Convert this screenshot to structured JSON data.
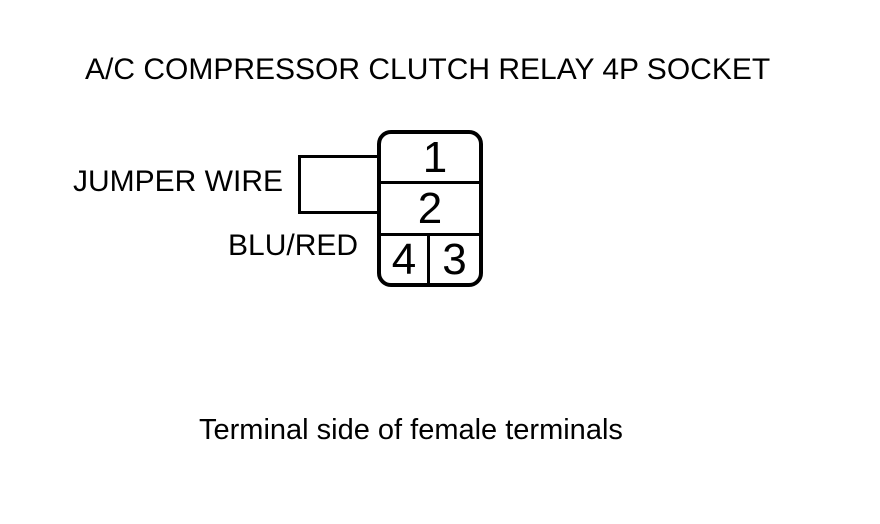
{
  "colors": {
    "ink": "#000000",
    "background": "#ffffff"
  },
  "title": "A/C COMPRESSOR CLUTCH RELAY 4P SOCKET",
  "diagram": {
    "jumper_wire_label": "JUMPER WIRE",
    "wire_color_label": "BLU/RED",
    "connector": {
      "terminal_top": "1",
      "terminal_middle": "2",
      "terminal_bottom_left": "4",
      "terminal_bottom_right": "3"
    }
  },
  "caption": "Terminal side of female terminals"
}
